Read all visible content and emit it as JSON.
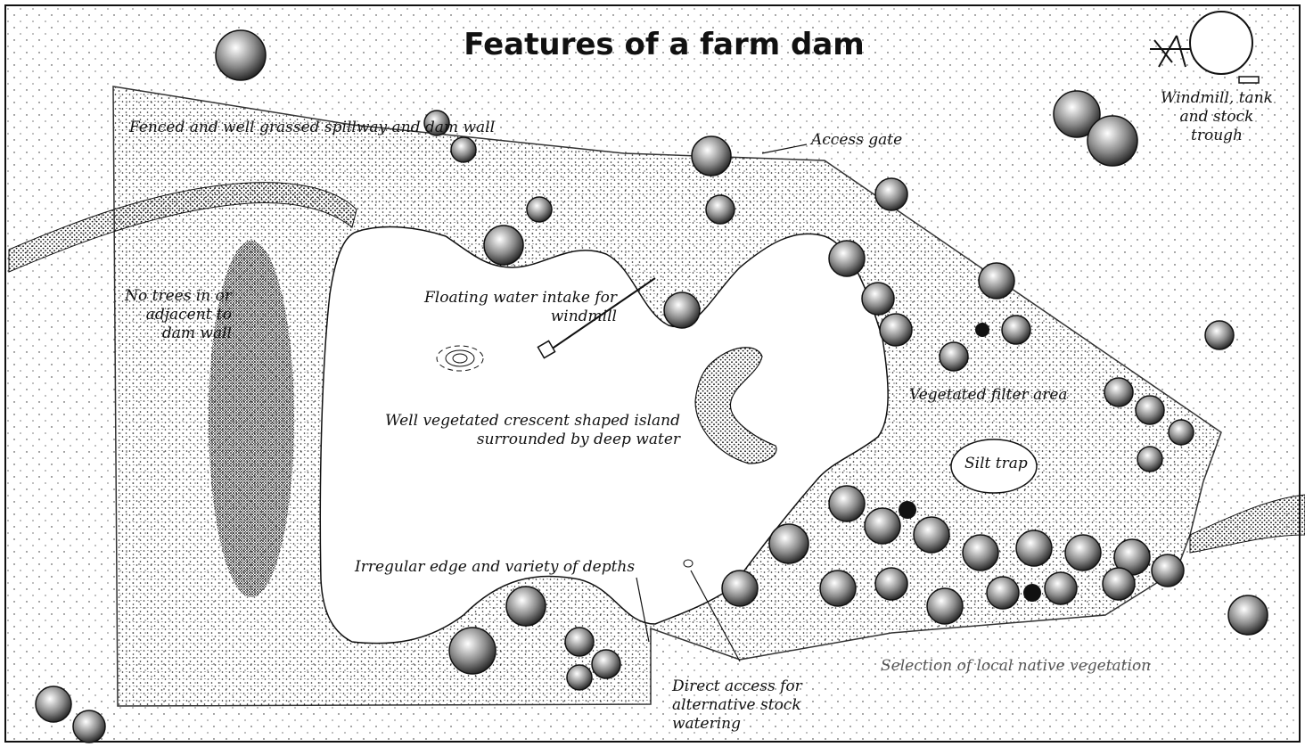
{
  "title": "Features of a farm dam",
  "labels": {
    "spillway": "Fenced and well grassed spillway and dam wall",
    "no_trees": "No trees in or adjacent to dam wall",
    "intake": "Floating water intake for windmill",
    "access_gate": "Access gate",
    "windmill": "Windmill, tank and stock trough",
    "island": "Well vegetated crescent shaped island surrounded by deep water",
    "filter": "Vegetated filter area",
    "silt_trap": "Silt trap",
    "irregular_edge": "Irregular edge and variety of depths",
    "direct_access": "Direct access for alternative stock watering",
    "native_veg": "Selection of local native vegetation"
  },
  "colors": {
    "ink": "#111111",
    "stipple": "#1a1a1a",
    "water": "#ffffff",
    "grey_label": "#555555"
  }
}
